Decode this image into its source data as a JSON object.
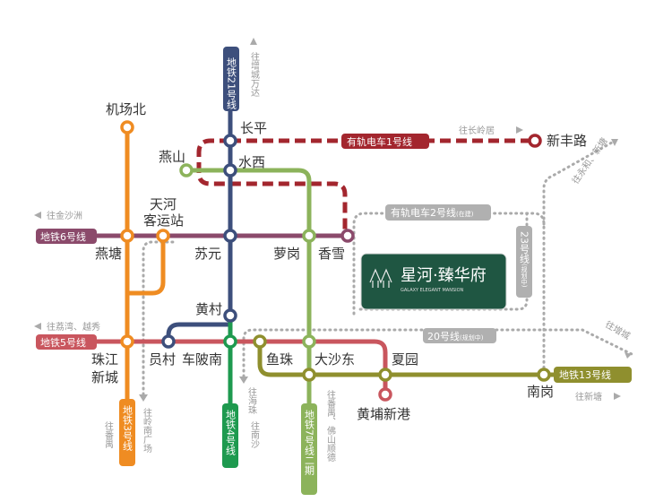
{
  "colors": {
    "line21": "#3d4f7c",
    "tram1": "#a3262e",
    "line7": "#8cb35b",
    "line6": "#8b4a6b",
    "line3": "#ef8c22",
    "line5": "#c9565e",
    "line4": "#1e9a4f",
    "line13": "#8f8f2e",
    "planned": "#aaaaaa",
    "project": "#1f5642"
  },
  "lines": {
    "line21": "地铁21号线",
    "tram1": "有轨电车1号线",
    "line6": "地铁6号线",
    "line5": "地铁5号线",
    "line3": "地铁3号线",
    "line4": "地铁4号线",
    "line7": "地铁7号线二期",
    "line13": "地铁13号线",
    "tram2": "有轨电车2号线",
    "tram2_note": "(在建)",
    "line23": "23号线",
    "line23_note": "(规划中)",
    "line20": "20号线",
    "line20_note": "(规划中)"
  },
  "stations": {
    "changping": "长平",
    "shuixi": "水西",
    "yanshan": "燕山",
    "jichangbei": "机场北",
    "tianhe1": "天河",
    "tianhe2": "客运站",
    "yantang": "燕塘",
    "suyuan": "苏元",
    "luogang": "萝岗",
    "xiangxue": "香雪",
    "huangcun": "黄村",
    "zhujiang1": "珠江",
    "zhujiang2": "新城",
    "yuancun": "员村",
    "chebeinan": "车陂南",
    "yuzhu": "鱼珠",
    "dashadong": "大沙东",
    "xiayuan": "夏园",
    "huangpu": "黄埔新港",
    "nangang": "南岗",
    "xinfenglu": "新丰路"
  },
  "directions": {
    "zengcheng_wanda": "往增城万达",
    "changlingju": "往长岭居",
    "yonghe_xintang": "往永和、新塘",
    "jinshazhou": "往金沙洲",
    "lixiwan": "往荔湾、越秀",
    "panyu_l3": "往番禺",
    "lingnan": "往岭南广场",
    "haizhu": "往海珠",
    "nansha": "往南沙",
    "panyu_foshan": "往番禺、佛山顺德",
    "xintang": "往新塘",
    "zengcheng": "往增城"
  },
  "project": {
    "name": "星河·臻华府",
    "name_en": "GALAXY ELEGANT MANSION"
  }
}
